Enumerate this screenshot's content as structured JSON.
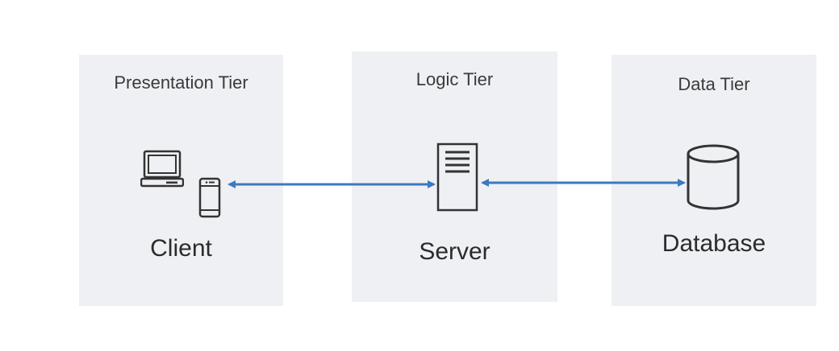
{
  "tiers": [
    {
      "id": "presentation",
      "title": "Presentation Tier",
      "node_label": "Client"
    },
    {
      "id": "logic",
      "title": "Logic Tier",
      "node_label": "Server"
    },
    {
      "id": "data",
      "title": "Data Tier",
      "node_label": "Database"
    }
  ],
  "icons": {
    "laptop": "laptop-icon",
    "phone": "mobile-phone-icon",
    "server": "server-icon",
    "database": "database-icon"
  },
  "colors": {
    "panel_bg": "#eff0f4",
    "arrow": "#3a7abf",
    "icon_stroke": "#333333",
    "text": "#2b2b2b"
  }
}
